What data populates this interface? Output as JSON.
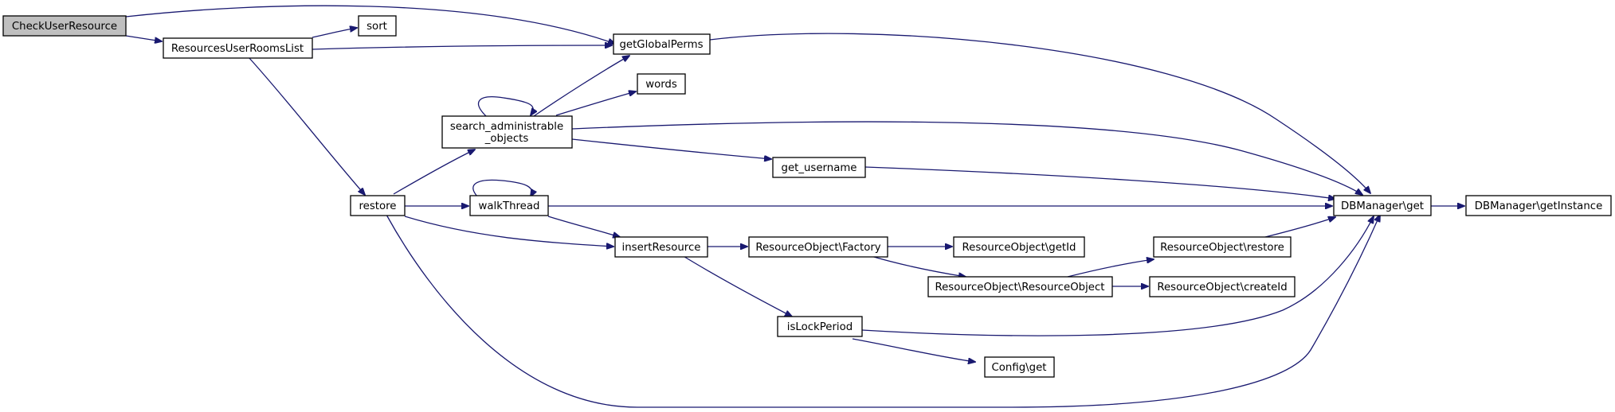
{
  "colors": {
    "edge": "#191970",
    "root_fill": "#bfbfbf",
    "node_fill": "#ffffff",
    "node_border": "#000000"
  },
  "nodes": {
    "check_user_resource": {
      "label": "CheckUserResource"
    },
    "resources_user_rooms_list": {
      "label": "ResourcesUserRoomsList"
    },
    "sort": {
      "label": "sort"
    },
    "get_global_perms": {
      "label": "getGlobalPerms"
    },
    "words": {
      "label": "words"
    },
    "search_administrable_objects": {
      "label_line1": "search_administrable",
      "label_line2": "_objects"
    },
    "get_username": {
      "label": "get_username"
    },
    "restore": {
      "label": "restore"
    },
    "walk_thread": {
      "label": "walkThread"
    },
    "db_manager_get": {
      "label": "DBManager\\get"
    },
    "db_manager_get_instance": {
      "label": "DBManager\\getInstance"
    },
    "insert_resource": {
      "label": "insertResource"
    },
    "resource_object_factory": {
      "label": "ResourceObject\\Factory"
    },
    "resource_object_get_id": {
      "label": "ResourceObject\\getId"
    },
    "resource_object_restore": {
      "label": "ResourceObject\\restore"
    },
    "resource_object_resource_object": {
      "label": "ResourceObject\\ResourceObject"
    },
    "resource_object_create_id": {
      "label": "ResourceObject\\createId"
    },
    "is_lock_period": {
      "label": "isLockPeriod"
    },
    "config_get": {
      "label": "Config\\get"
    }
  }
}
